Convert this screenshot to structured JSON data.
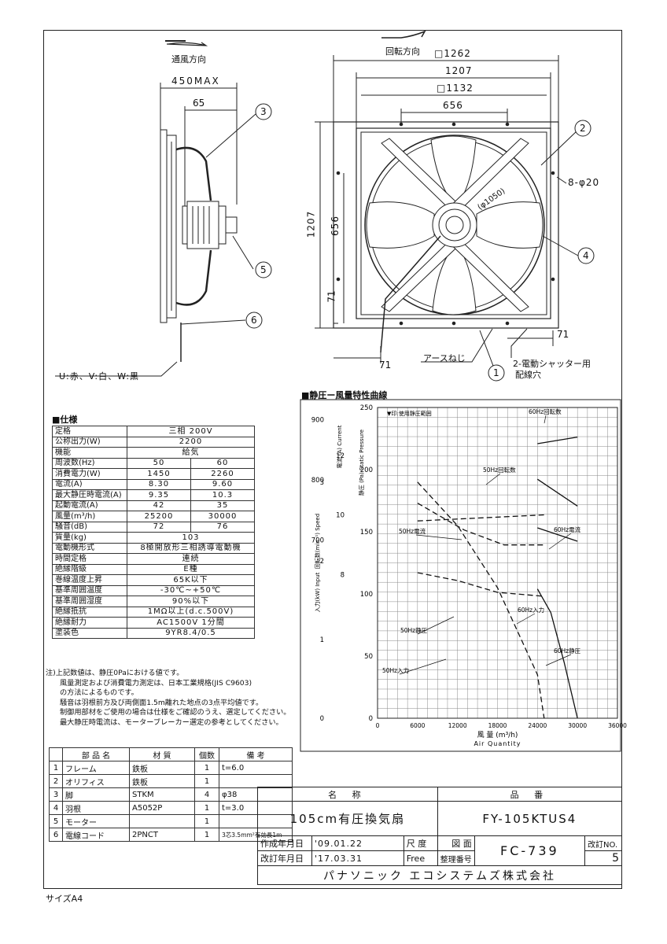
{
  "drawing": {
    "airflow_label": "通風方向",
    "rotation_label": "回転方向",
    "dims": {
      "d450max": "450MAX",
      "d65": "65",
      "d1262": "□1262",
      "d1207": "1207",
      "d1132": "□1132",
      "d656": "656",
      "d1207v": "1207",
      "d656v": "656",
      "d71a": "71",
      "d71b": "71",
      "d71c": "71",
      "phi1050": "(φ1050)",
      "holes": "8-φ20"
    },
    "callouts": [
      "1",
      "2",
      "3",
      "4",
      "5",
      "6"
    ],
    "wire_colors": "U:赤、V:白、W:黒",
    "earth_screw": "アースねじ",
    "shutter_hole_1": "2-電動シャッター用",
    "shutter_hole_2": "配線穴"
  },
  "spec": {
    "heading": "■仕様",
    "rows": [
      {
        "k": "定格",
        "v": "三相 200V"
      },
      {
        "k": "公称出力(W)",
        "v": "2200"
      },
      {
        "k": "機能",
        "v": "給気"
      },
      {
        "k": "周波数(Hz)",
        "a": "50",
        "b": "60"
      },
      {
        "k": "消費電力(W)",
        "a": "1450",
        "b": "2260"
      },
      {
        "k": "電流(A)",
        "a": "8.30",
        "b": "9.60"
      },
      {
        "k": "最大静圧時電流(A)",
        "a": "9.35",
        "b": "10.3"
      },
      {
        "k": "起動電流(A)",
        "a": "42",
        "b": "35"
      },
      {
        "k": "風量(m³/h)",
        "a": "25200",
        "b": "30000"
      },
      {
        "k": "騒音(dB)",
        "a": "72",
        "b": "76"
      },
      {
        "k": "質量(kg)",
        "v": "103"
      },
      {
        "k": "電動機形式",
        "v": "8極開放形三相誘導電動機"
      },
      {
        "k": "時間定格",
        "v": "連続"
      },
      {
        "k": "絶縁階級",
        "v": "E種"
      },
      {
        "k": "巻線温度上昇",
        "v": "65K以下"
      },
      {
        "k": "基準周囲温度",
        "v": "-30℃~+50℃"
      },
      {
        "k": "基準周囲湿度",
        "v": "90%以下"
      },
      {
        "k": "絶縁抵抗",
        "v": "1MΩ以上(d.c.500V)"
      },
      {
        "k": "絶縁耐力",
        "v": "AC1500V 1分間"
      },
      {
        "k": "塗装色",
        "v": "9YR8.4/0.5"
      }
    ],
    "notes": [
      "注)上記数値は、静圧0Paにおける値です。",
      "風量測定および消費電力測定は、日本工業規格(JIS C9603)",
      "の方法によるものです。",
      "騒音は羽根前方及び両側面1.5m離れた地点の3点平均値です。",
      "制御用部材をご使用の場合は仕様をご確認のうえ、選定してください。",
      "最大静圧時電流は、モーターブレーカー選定の参考としてください。"
    ]
  },
  "parts": {
    "headers": [
      "部 品 名",
      "材 質",
      "個数",
      "備 考"
    ],
    "rows": [
      {
        "no": "1",
        "name": "フレーム",
        "mat": "鉄板",
        "qty": "1",
        "note": "t=6.0"
      },
      {
        "no": "2",
        "name": "オリフィス",
        "mat": "鉄板",
        "qty": "1",
        "note": ""
      },
      {
        "no": "3",
        "name": "脚",
        "mat": "STKM",
        "qty": "4",
        "note": "φ38"
      },
      {
        "no": "4",
        "name": "羽根",
        "mat": "A5052P",
        "qty": "1",
        "note": "t=3.0"
      },
      {
        "no": "5",
        "name": "モーター",
        "mat": "",
        "qty": "1",
        "note": ""
      },
      {
        "no": "6",
        "name": "電線コード",
        "mat": "2PNCT",
        "qty": "1",
        "note": "3芯3.5mm²有効長1m"
      }
    ]
  },
  "title_block": {
    "name_label": "名 称",
    "code_label": "品 番",
    "name": "105cm有圧換気扇",
    "code": "FY-105KTUS4",
    "created_label": "作成年月日",
    "created": "'09.01.22",
    "revised_label": "改訂年月日",
    "revised": "'17.03.31",
    "scale_label": "尺 度",
    "scale": "Free",
    "drawing_label": "図 面",
    "manage_label": "整理番号",
    "drawing_no": "FC-739",
    "rev_label": "改訂NO.",
    "rev": "5",
    "company": "パナソニック エコシステムズ株式会社"
  },
  "size_label": "サイズA4",
  "chart_data": {
    "type": "line",
    "title": "■静圧ー風量特性曲線",
    "range_note": "▼印:使用静圧範囲",
    "xlabel": "風 量 (m³/h)",
    "xlabel_en": "Air Quantity",
    "xlim": [
      0,
      36000
    ],
    "x_ticks": [
      0,
      6000,
      12000,
      18000,
      24000,
      30000,
      36000
    ],
    "axes": [
      {
        "label": "回転数(min⁻¹) Speed",
        "ticks": [
          700,
          800,
          900
        ]
      },
      {
        "label": "電流 (A) Current",
        "ticks": [
          8,
          10,
          12
        ]
      },
      {
        "label": "入力(kW) Input",
        "ticks": [
          0,
          1.0,
          2.0,
          3.0
        ]
      },
      {
        "label": "静圧 (Pa) Static Pressure",
        "ylim": [
          0,
          250
        ],
        "ticks": [
          0,
          50,
          100,
          150,
          200,
          250
        ]
      }
    ],
    "series": [
      {
        "name": "60Hz回転数",
        "axis": "speed",
        "x": [
          24000,
          30000
        ],
        "y": [
          860,
          871
        ]
      },
      {
        "name": "50Hz回転数",
        "axis": "speed",
        "x": [
          6000,
          25000
        ],
        "y": [
          732,
          742
        ]
      },
      {
        "name": "60Hz電流",
        "axis": "current",
        "x": [
          24000,
          30000
        ],
        "y": [
          11.2,
          10.3
        ]
      },
      {
        "name": "50Hz電流",
        "axis": "current",
        "x": [
          6000,
          13000,
          19000,
          25000
        ],
        "y": [
          10.4,
          9.5,
          9.0,
          9.0
        ]
      },
      {
        "name": "60Hz入力",
        "axis": "input",
        "x": [
          24000,
          30000
        ],
        "y": [
          2.42,
          2.25
        ]
      },
      {
        "name": "50Hz入力",
        "axis": "input",
        "x": [
          6000,
          12000,
          18000,
          25000
        ],
        "y": [
          1.85,
          1.75,
          1.6,
          1.55
        ]
      },
      {
        "name": "60Hz静圧",
        "axis": "pressure",
        "x": [
          24000,
          26000,
          28000,
          30000
        ],
        "y": [
          104,
          85,
          45,
          0
        ]
      },
      {
        "name": "50Hz静圧",
        "axis": "pressure",
        "x": [
          6000,
          12000,
          18000,
          24000,
          25000
        ],
        "y": [
          190,
          155,
          105,
          35,
          0
        ]
      }
    ]
  }
}
